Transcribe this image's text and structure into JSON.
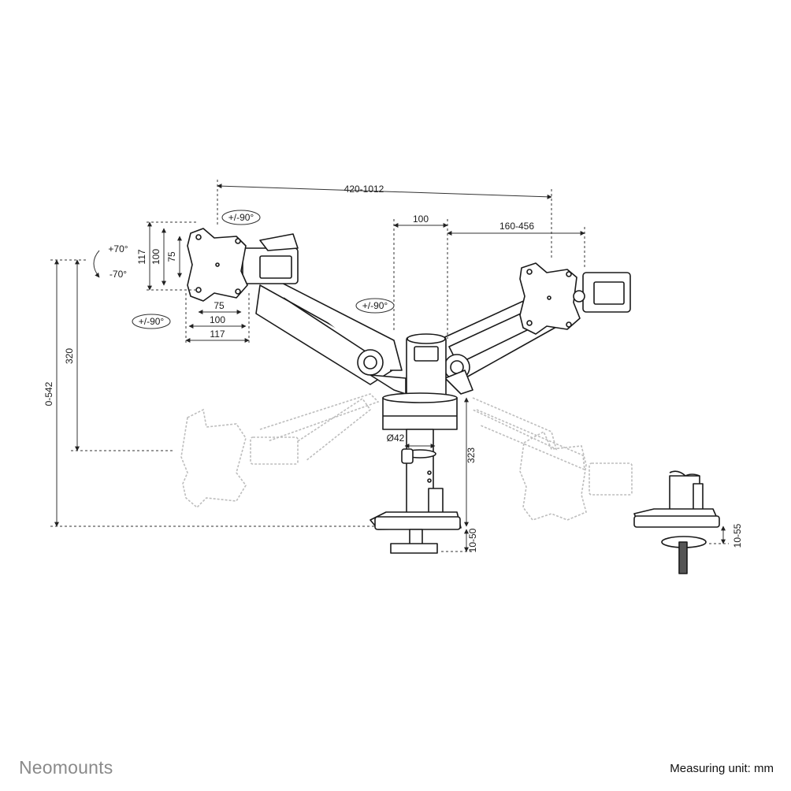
{
  "brand": {
    "name": "Neomounts"
  },
  "footer": {
    "unit_label": "Measuring unit: mm"
  },
  "dimensions": {
    "arm_span": "420-1012",
    "pole_offset": "100",
    "arm_reach": "160-456",
    "vesa_h_outer": "117",
    "vesa_h_mid": "100",
    "vesa_h_inner": "75",
    "vesa_w_inner": "75",
    "vesa_w_mid": "100",
    "vesa_w_outer": "117",
    "height_range": "0-542",
    "height_320": "320",
    "pole_diameter": "Ø42",
    "pole_height": "323",
    "clamp_thickness": "10-50",
    "grommet_thickness": "10-55"
  },
  "rotations": {
    "swivel_top": "+/-90°",
    "swivel_left": "+/-90°",
    "swivel_arm": "+/-90°",
    "tilt_up": "+70°",
    "tilt_down": "-70°"
  },
  "colors": {
    "line": "#1a1a1a",
    "ghost": "#b8b8b8",
    "dimline": "#333333"
  }
}
